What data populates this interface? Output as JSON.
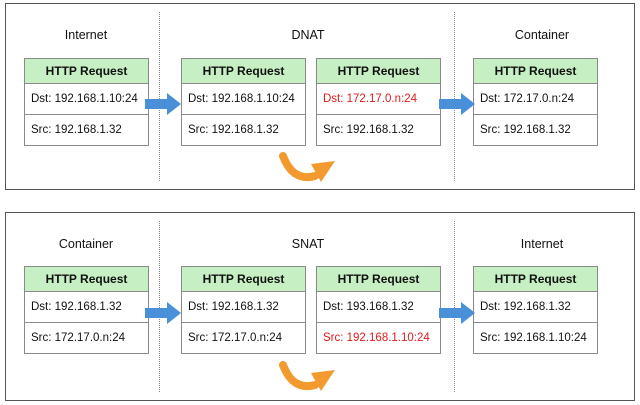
{
  "top": {
    "titles": [
      "Internet",
      "DNAT",
      "Container"
    ],
    "packets": [
      {
        "header": "HTTP Request",
        "dst": "Dst: 192.168.1.10:24",
        "src": "Src: 192.168.1.32"
      },
      {
        "header": "HTTP Request",
        "dst": "Dst: 192.168.1.10:24",
        "src": "Src: 192.168.1.32"
      },
      {
        "header": "HTTP Request",
        "dst": "Dst: 172.17.0.n:24",
        "src": "Src: 192.168.1.32"
      },
      {
        "header": "HTTP Request",
        "dst": "Dst: 172.17.0.n:24",
        "src": "Src: 192.168.1.32"
      }
    ]
  },
  "bottom": {
    "titles": [
      "Container",
      "SNAT",
      "Internet"
    ],
    "packets": [
      {
        "header": "HTTP Request",
        "dst": "Dst: 192.168.1.32",
        "src": "Src: 172.17.0.n:24"
      },
      {
        "header": "HTTP Request",
        "dst": "Dst: 192.168.1.32",
        "src": "Src: 172.17.0.n:24"
      },
      {
        "header": "HTTP Request",
        "dst": "Dst: 193.168.1.32",
        "src": "Src: 192.168.1.10:24"
      },
      {
        "header": "HTTP Request",
        "dst": "Dst: 192.168.1.32",
        "src": "Src: 192.168.1.10:24"
      }
    ]
  },
  "colors": {
    "header_fill": "#c6efc3",
    "arrow_blue": "#4a90d9",
    "curve_orange": "#f39a2e",
    "highlight_red": "#e01b1b"
  }
}
